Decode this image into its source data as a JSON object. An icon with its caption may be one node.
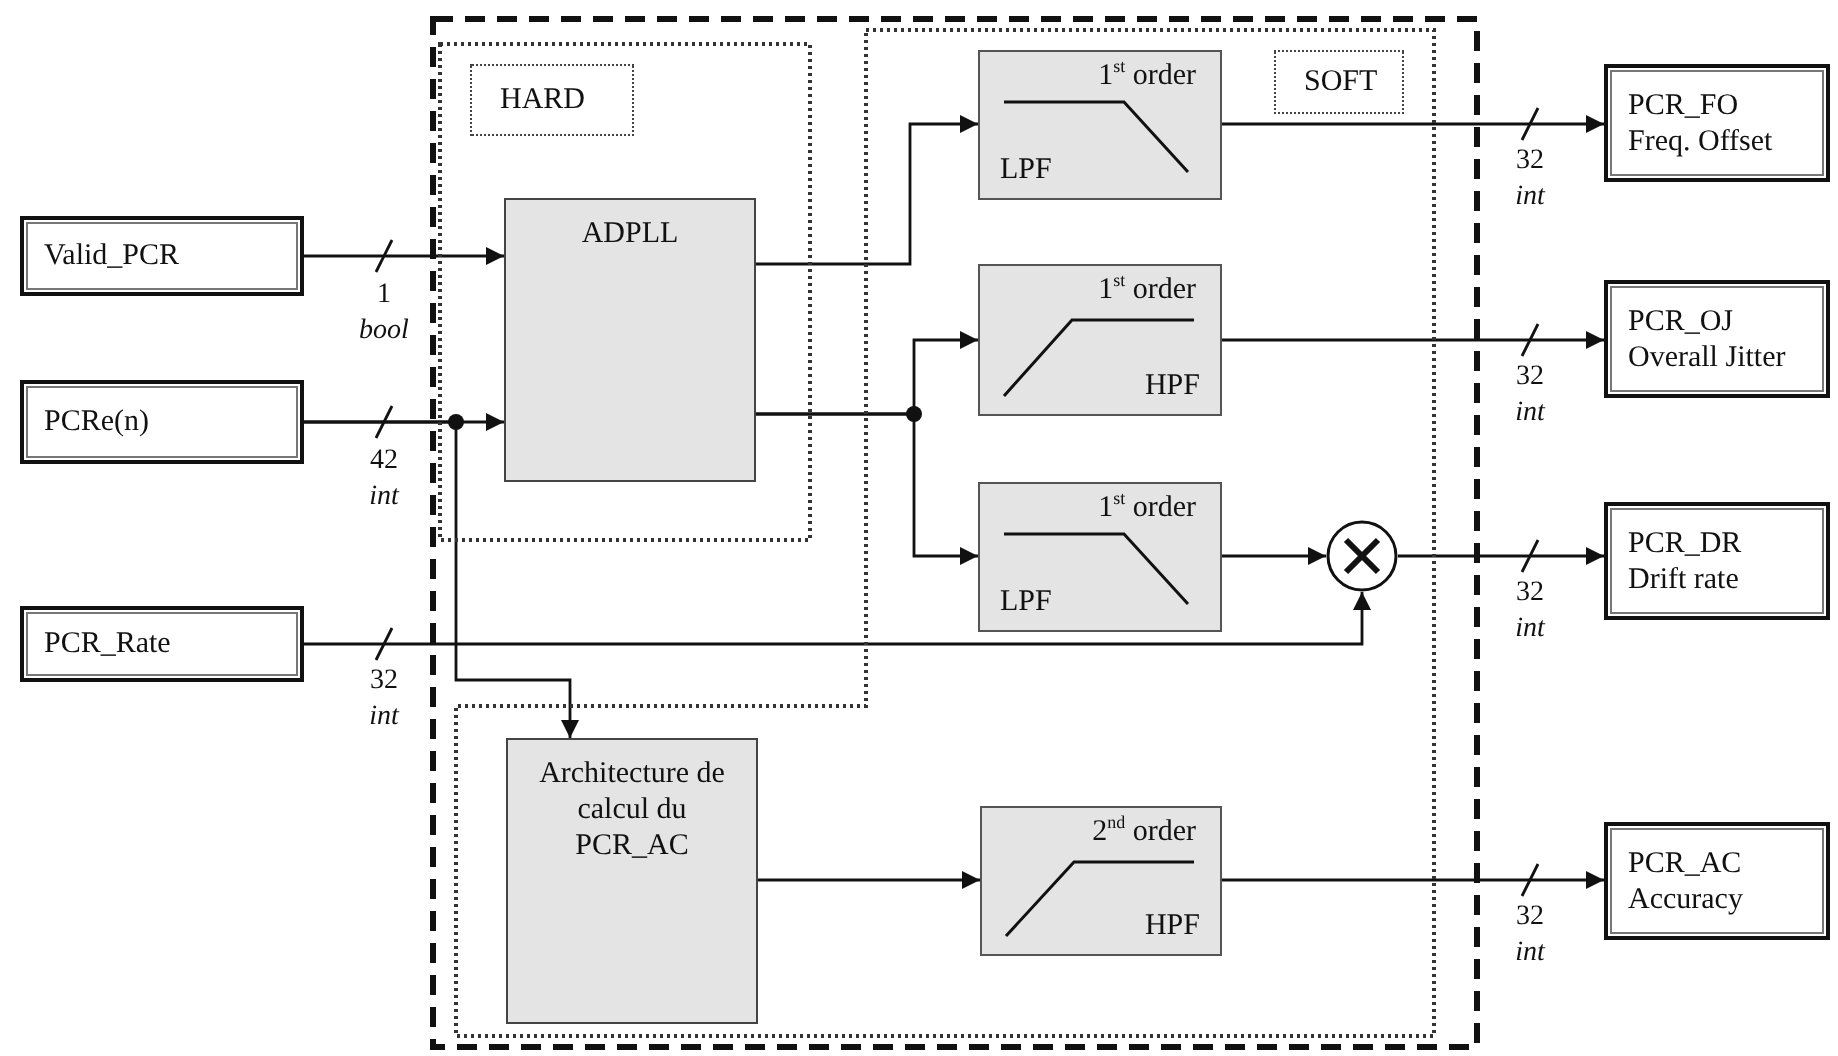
{
  "diagram": {
    "nodes": [
      {
        "text": [],
        "shape": "box"
      },
      {
        "text": [
          "HARD"
        ],
        "in": 0
      },
      {
        "text": [
          "SOFT"
        ],
        "in": 0
      },
      {
        "text": [
          "Valid_PCR"
        ]
      },
      {
        "text": [
          "PCRe(n)"
        ]
      },
      {
        "text": [
          "PCR_Rate"
        ]
      },
      {
        "text": [
          "ADPLL"
        ],
        "in": 1
      },
      {
        "text": [
          "1$^{st}$ order",
          "LPF"
        ],
        "in": 2
      },
      {
        "text": [
          "1$^{st}$ order",
          "HPF"
        ],
        "in": 2
      },
      {
        "text": [
          "1$^{st}$ order",
          "LPF"
        ],
        "in": 2
      },
      {
        "text": [],
        "shape": "circle",
        "in": 2
      },
      {
        "text": [
          "Architecture de calcul du PCR_AC"
        ],
        "in": 2
      },
      {
        "text": [
          "2$^{nd}$ order",
          "HPF"
        ],
        "in": 2
      },
      {
        "text": [
          "PCR_FO",
          "Freq. Offset"
        ]
      },
      {
        "text": [
          "PCR_OJ",
          "Overall Jitter"
        ]
      },
      {
        "text": [
          "PCR_DR",
          "Drift rate"
        ]
      },
      {
        "text": [
          "PCR_AC",
          "Accuracy"
        ]
      }
    ],
    "edges": [
      {
        "from": 3,
        "to": 6,
        "arrow": "to",
        "label": "1 *bool*"
      },
      {
        "from": 4,
        "to": 6,
        "arrow": "to",
        "label": "42 *int*"
      },
      {
        "from": 4,
        "to": 11,
        "arrow": "to"
      },
      {
        "from": 6,
        "to": 7,
        "arrow": "to"
      },
      {
        "from": 6,
        "to": 8,
        "arrow": "to"
      },
      {
        "from": 6,
        "to": 9,
        "arrow": "to"
      },
      {
        "from": 7,
        "to": 13,
        "arrow": "to",
        "label": "32 *int*"
      },
      {
        "from": 8,
        "to": 14,
        "arrow": "to",
        "label": "32 *int*"
      },
      {
        "from": 9,
        "to": 10,
        "arrow": "to"
      },
      {
        "from": 5,
        "to": 10,
        "arrow": "to",
        "label": "32 *int*"
      },
      {
        "from": 10,
        "to": 15,
        "arrow": "to",
        "label": "32 *int*"
      },
      {
        "from": 11,
        "to": 12,
        "arrow": "to"
      },
      {
        "from": 12,
        "to": 16,
        "arrow": "to",
        "label": "32 *int*"
      }
    ]
  }
}
